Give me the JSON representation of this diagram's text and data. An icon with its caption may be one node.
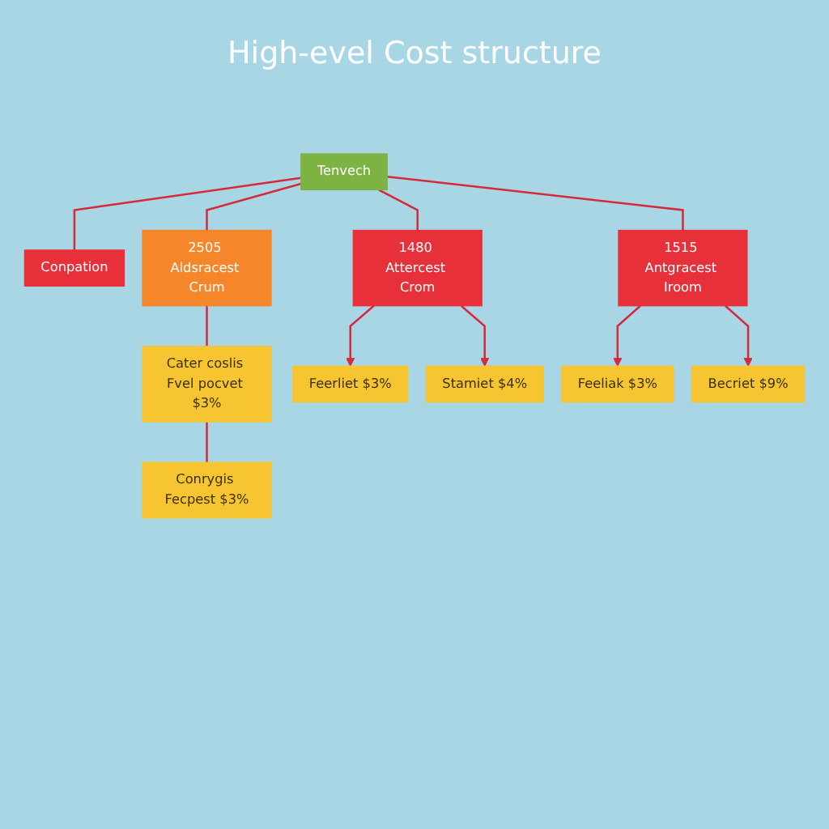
{
  "diagram": {
    "title": "High-evel Cost structure",
    "nodes": [
      {
        "text": [
          "Tenvech"
        ]
      },
      {
        "text": [
          "Conpation"
        ]
      },
      {
        "text": [
          "1480 Attercest Crom"
        ]
      },
      {
        "text": [
          "2505 Aldsracest Crum"
        ]
      },
      {
        "text": [
          "1515 Antgracest Iroom"
        ]
      },
      {
        "text": [
          "Cater coslis Fvel pocvet $3%"
        ]
      },
      {
        "text": [
          "Feerliet $3%"
        ]
      },
      {
        "text": [
          "Stamiet $4%"
        ]
      },
      {
        "text": [
          "Conrygis Fecpest $3%"
        ]
      },
      {
        "text": [
          "Feeliak $3%"
        ]
      },
      {
        "text": [
          "Becriet $9%"
        ]
      }
    ],
    "edges": [
      {
        "from": 0,
        "to": 2,
        "arrow": "none"
      },
      {
        "from": 0,
        "to": 3,
        "arrow": "none"
      },
      {
        "from": 0,
        "to": 4,
        "arrow": "none"
      },
      {
        "from": 0,
        "to": 1,
        "arrow": "none"
      },
      {
        "from": 2,
        "to": 6,
        "arrow": "to"
      },
      {
        "from": 2,
        "to": 7,
        "arrow": "to"
      },
      {
        "from": 3,
        "to": 5,
        "arrow": "none"
      },
      {
        "from": 5,
        "to": 8,
        "arrow": "none"
      },
      {
        "from": 4,
        "to": 9,
        "arrow": "to"
      },
      {
        "from": 4,
        "to": 10,
        "arrow": "to"
      }
    ]
  }
}
